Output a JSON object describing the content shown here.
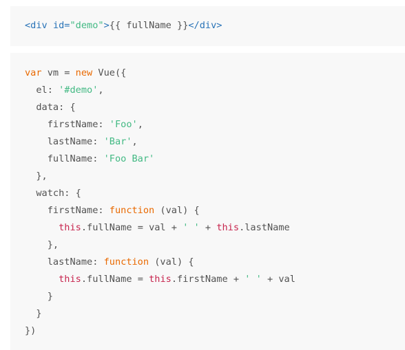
{
  "template_block": {
    "tag_open": "<div",
    "attr_name": "id=",
    "attr_value": "\"demo\"",
    "tag_close_bracket": ">",
    "interpolation": "{{ fullName }}",
    "end_tag": "</div>"
  },
  "script_block": {
    "lines": [
      [
        {
          "t": "var",
          "c": "kw"
        },
        {
          "t": " vm = ",
          "c": "plain"
        },
        {
          "t": "new",
          "c": "kw"
        },
        {
          "t": " Vue({",
          "c": "plain"
        }
      ],
      [
        {
          "t": "  el: ",
          "c": "plain"
        },
        {
          "t": "'#demo'",
          "c": "str"
        },
        {
          "t": ",",
          "c": "plain"
        }
      ],
      [
        {
          "t": "  data: {",
          "c": "plain"
        }
      ],
      [
        {
          "t": "    firstName: ",
          "c": "plain"
        },
        {
          "t": "'Foo'",
          "c": "str"
        },
        {
          "t": ",",
          "c": "plain"
        }
      ],
      [
        {
          "t": "    lastName: ",
          "c": "plain"
        },
        {
          "t": "'Bar'",
          "c": "str"
        },
        {
          "t": ",",
          "c": "plain"
        }
      ],
      [
        {
          "t": "    fullName: ",
          "c": "plain"
        },
        {
          "t": "'Foo Bar'",
          "c": "str"
        }
      ],
      [
        {
          "t": "  },",
          "c": "plain"
        }
      ],
      [
        {
          "t": "  watch: {",
          "c": "plain"
        }
      ],
      [
        {
          "t": "    firstName: ",
          "c": "plain"
        },
        {
          "t": "function",
          "c": "kw"
        },
        {
          "t": " (val) {",
          "c": "plain"
        }
      ],
      [
        {
          "t": "      ",
          "c": "plain"
        },
        {
          "t": "this",
          "c": "kw2"
        },
        {
          "t": ".fullName = val + ",
          "c": "plain"
        },
        {
          "t": "' '",
          "c": "str"
        },
        {
          "t": " + ",
          "c": "plain"
        },
        {
          "t": "this",
          "c": "kw2"
        },
        {
          "t": ".lastName",
          "c": "plain"
        }
      ],
      [
        {
          "t": "    },",
          "c": "plain"
        }
      ],
      [
        {
          "t": "    lastName: ",
          "c": "plain"
        },
        {
          "t": "function",
          "c": "kw"
        },
        {
          "t": " (val) {",
          "c": "plain"
        }
      ],
      [
        {
          "t": "      ",
          "c": "plain"
        },
        {
          "t": "this",
          "c": "kw2"
        },
        {
          "t": ".fullName = ",
          "c": "plain"
        },
        {
          "t": "this",
          "c": "kw2"
        },
        {
          "t": ".firstName + ",
          "c": "plain"
        },
        {
          "t": "' '",
          "c": "str"
        },
        {
          "t": " + val",
          "c": "plain"
        }
      ],
      [
        {
          "t": "    }",
          "c": "plain"
        }
      ],
      [
        {
          "t": "  }",
          "c": "plain"
        }
      ],
      [
        {
          "t": "})",
          "c": "plain"
        }
      ]
    ]
  },
  "colors": {
    "background": "#f8f8f8",
    "tag": "#2973b7",
    "string": "#42b983",
    "keyword": "#e96900",
    "this_keyword": "#c7254e",
    "plain": "#525252"
  }
}
